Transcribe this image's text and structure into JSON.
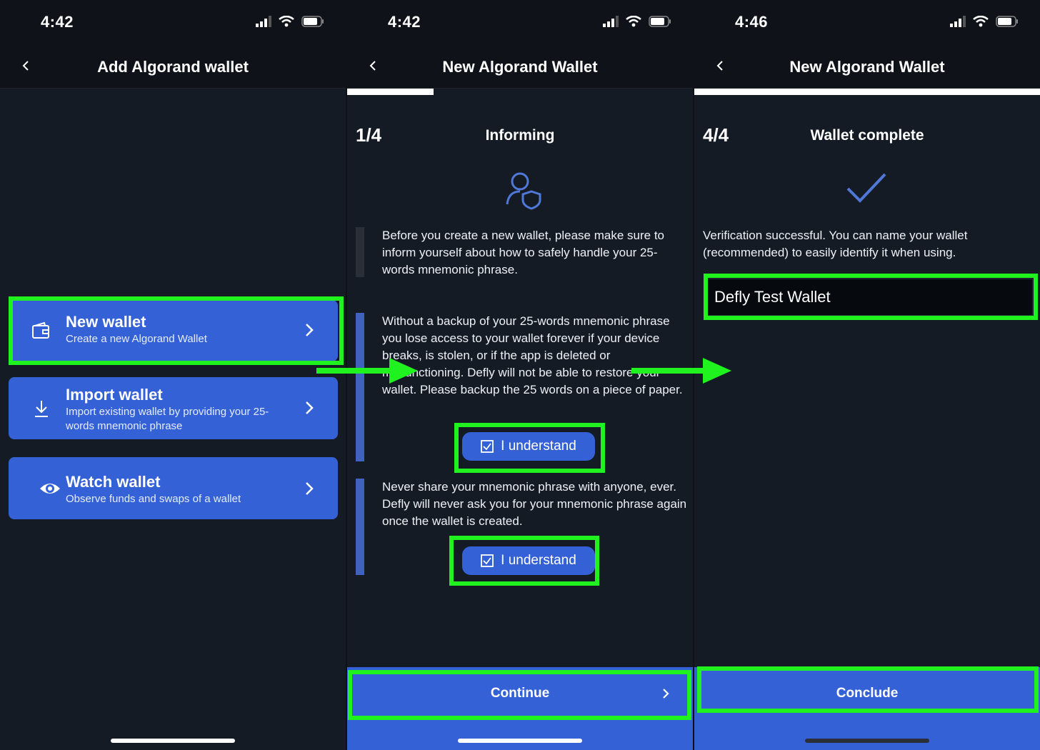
{
  "screens": [
    {
      "time": "4:42",
      "nav_title": "Add Algorand wallet",
      "options": [
        {
          "title": "New wallet",
          "subtitle": "Create a new Algorand Wallet"
        },
        {
          "title": "Import wallet",
          "subtitle": "Import existing wallet by providing your 25-words mnemonic phrase"
        },
        {
          "title": "Watch wallet",
          "subtitle": "Observe funds and swaps of a wallet"
        }
      ]
    },
    {
      "time": "4:42",
      "nav_title": "New Algorand Wallet",
      "progress": 0.25,
      "step": "1/4",
      "step_title": "Informing",
      "paragraphs": [
        "Before you create a new wallet, please make sure to inform yourself about how to safely handle your 25-words mnemonic phrase.",
        "Without a backup of your 25-words mnemonic phrase you lose access to your wallet forever if your device breaks, is stolen, or if the app is deleted or malfunctioning. Defly will not be able to restore your wallet. Please backup the 25 words on a piece of paper.",
        "Never share your mnemonic phrase with anyone, ever. Defly will never ask you for your mnemonic phrase again once the wallet is created."
      ],
      "understand_label": "I understand",
      "continue_label": "Continue"
    },
    {
      "time": "4:46",
      "nav_title": "New Algorand Wallet",
      "progress": 1.0,
      "step": "4/4",
      "step_title": "Wallet complete",
      "message": "Verification successful. You can name your wallet (recommended) to easily identify it when using.",
      "wallet_name": "Defly Test Wallet",
      "conclude_label": "Conclude"
    }
  ],
  "colors": {
    "accent": "#3462d6",
    "background": "#151b25",
    "highlight": "#1ff21f",
    "icon_blue": "#4f78d8"
  }
}
